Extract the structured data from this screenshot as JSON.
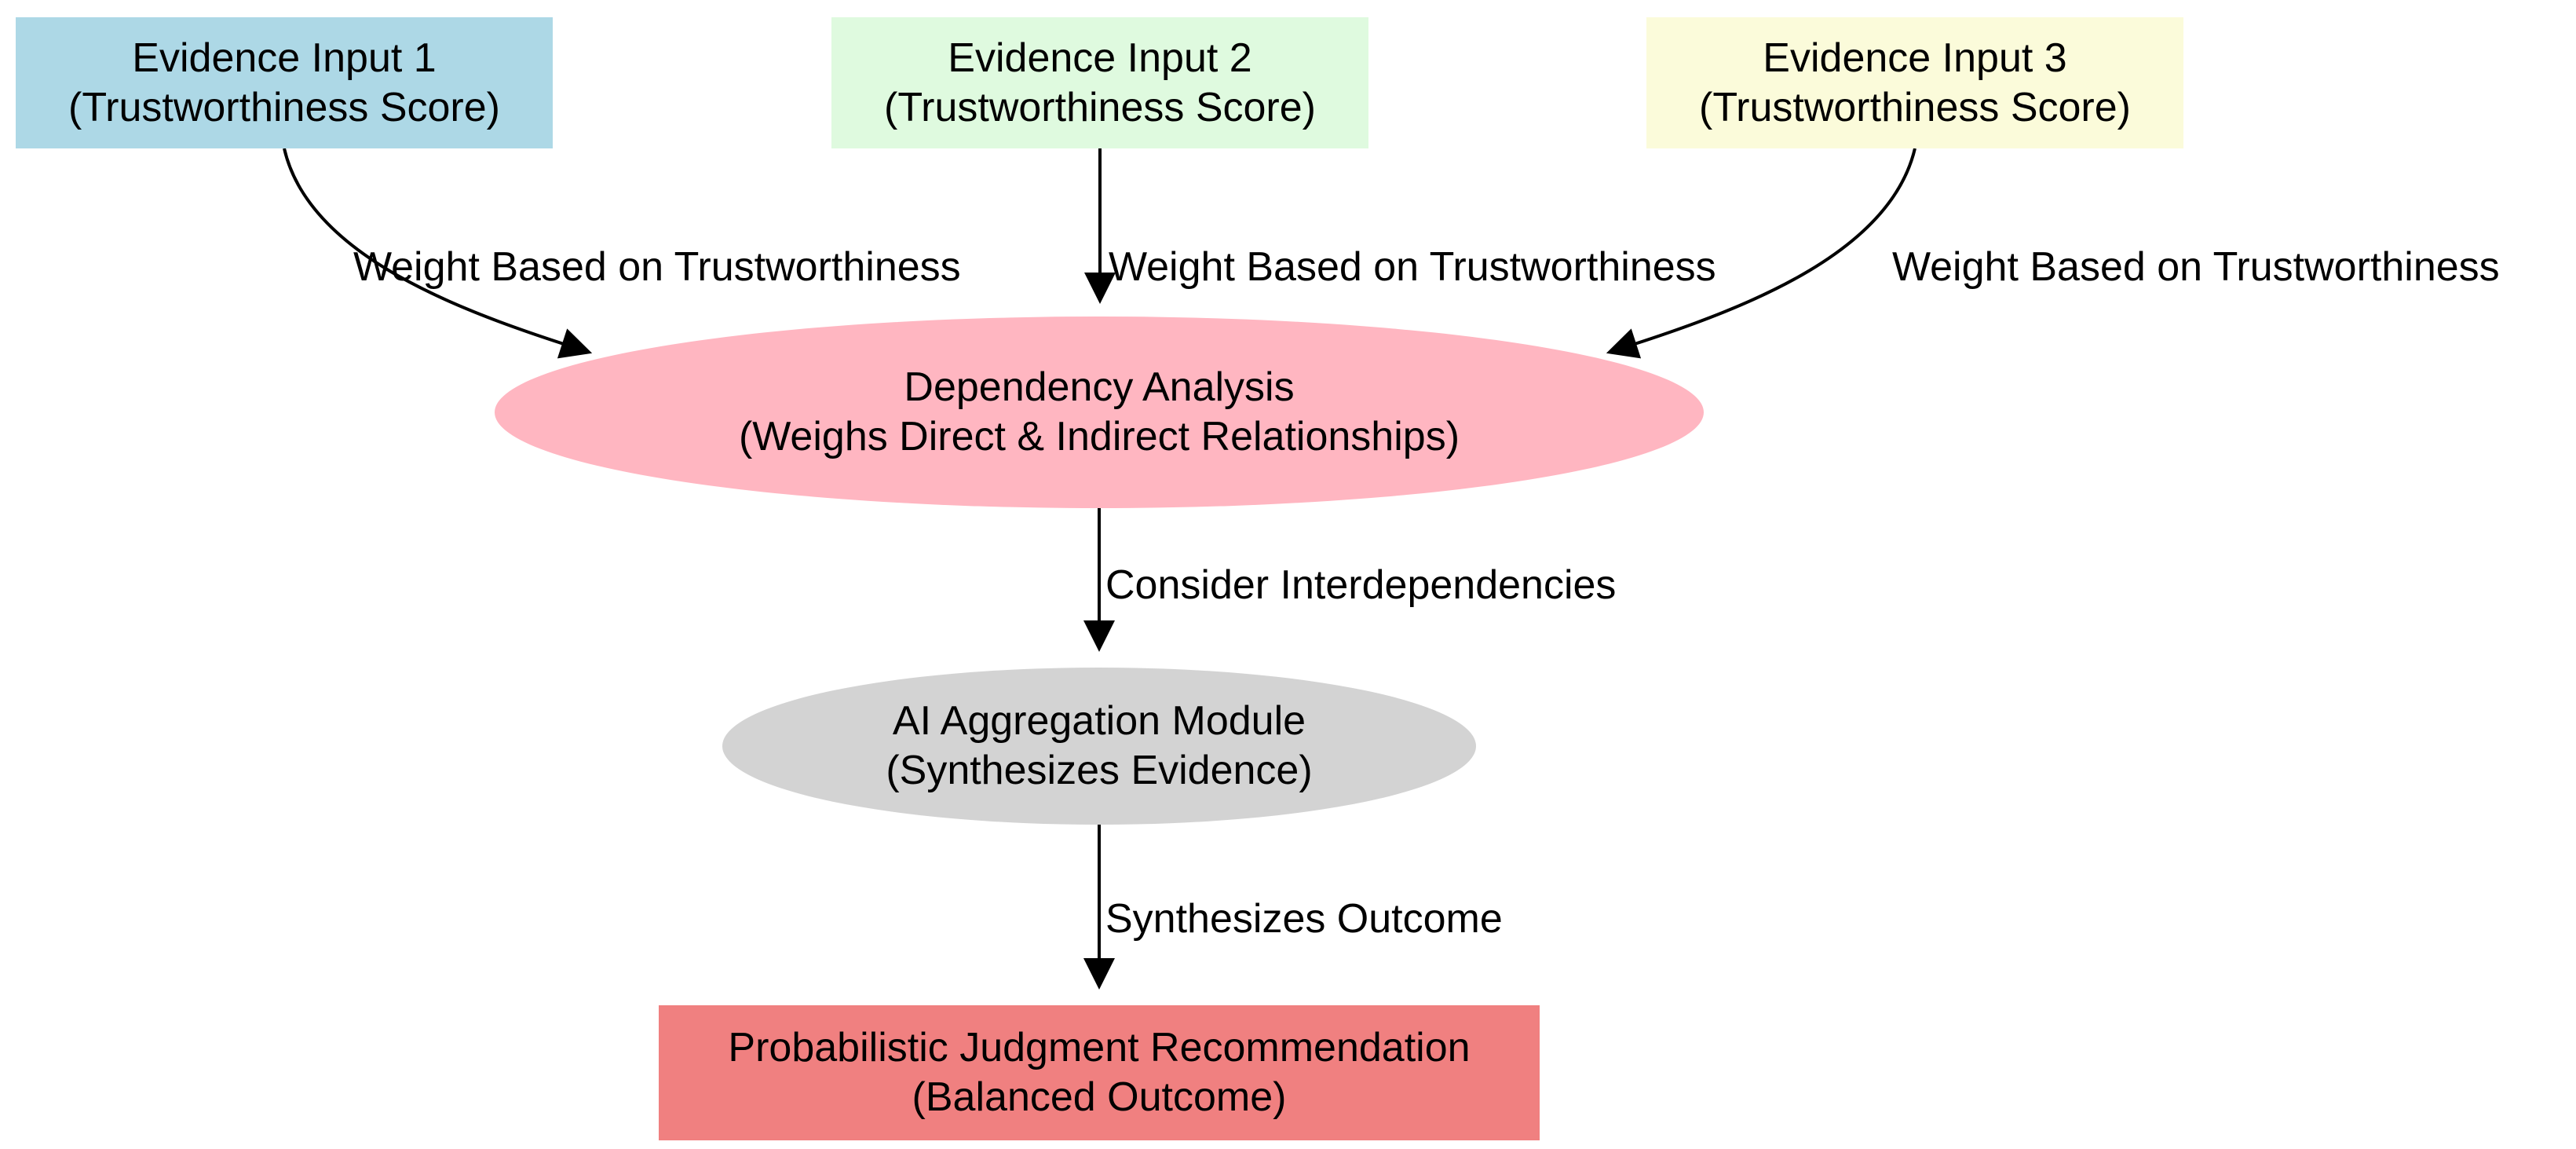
{
  "canvas": {
    "background": "#ffffff",
    "edge_color": "#000000",
    "text_color": "#000000"
  },
  "nodes": {
    "evidence1": {
      "line1": "Evidence Input 1",
      "line2": "(Trustworthiness Score)",
      "fill": "#ADD8E6",
      "shape": "box"
    },
    "evidence2": {
      "line1": "Evidence Input 2",
      "line2": "(Trustworthiness Score)",
      "fill": "#DFFADF",
      "shape": "box"
    },
    "evidence3": {
      "line1": "Evidence Input 3",
      "line2": "(Trustworthiness Score)",
      "fill": "#FBFBDA",
      "shape": "box"
    },
    "dependency": {
      "line1": "Dependency Analysis",
      "line2": "(Weighs Direct & Indirect Relationships)",
      "fill": "#FFB6C1",
      "shape": "ellipse"
    },
    "aggregation": {
      "line1": "AI Aggregation Module",
      "line2": "(Synthesizes Evidence)",
      "fill": "#D3D3D3",
      "shape": "ellipse"
    },
    "recommendation": {
      "line1": "Probabilistic Judgment Recommendation",
      "line2": "(Balanced Outcome)",
      "fill": "#F08080",
      "shape": "box"
    }
  },
  "edges": {
    "e1": {
      "from": "evidence1",
      "to": "dependency",
      "label": "Weight Based on Trustworthiness"
    },
    "e2": {
      "from": "evidence2",
      "to": "dependency",
      "label": "Weight Based on Trustworthiness"
    },
    "e3": {
      "from": "evidence3",
      "to": "dependency",
      "label": "Weight Based on Trustworthiness"
    },
    "e4": {
      "from": "dependency",
      "to": "aggregation",
      "label": "Consider Interdependencies"
    },
    "e5": {
      "from": "aggregation",
      "to": "recommendation",
      "label": "Synthesizes Outcome"
    }
  }
}
